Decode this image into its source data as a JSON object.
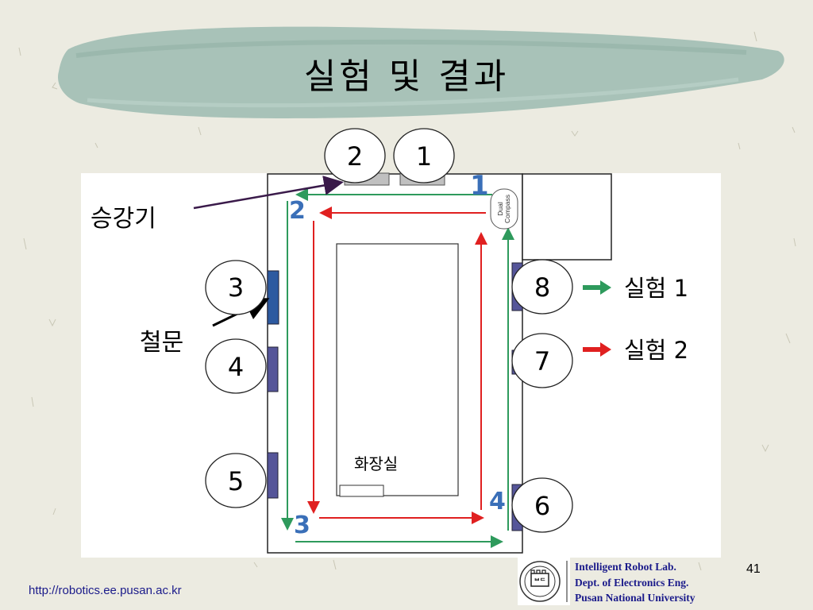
{
  "slide": {
    "title": "실험 및 결과",
    "page_number": "41",
    "footer_url": "http://robotics.ee.pusan.ac.kr",
    "lab": {
      "line1": "Intelligent Robot Lab.",
      "line2": "Dept. of Electronics Eng.",
      "line3": "Pusan National  University"
    }
  },
  "diagram": {
    "labels": {
      "elevator": "승강기",
      "question": "철문",
      "restroom": "화장실",
      "compass_line1": "Dual",
      "compass_line2": "Compass"
    },
    "circles": [
      "1",
      "2",
      "3",
      "4",
      "5",
      "6",
      "7",
      "8"
    ],
    "path_numbers": [
      "1",
      "2",
      "3",
      "4"
    ],
    "legend": [
      {
        "label": "실험 1",
        "color": "#2e9a5c"
      },
      {
        "label": "실험 2",
        "color": "#e02020"
      }
    ]
  },
  "colors": {
    "green_path": "#2e9a5c",
    "red_path": "#e02020",
    "door_blue": "#555599",
    "door_active": "#2d5aa0",
    "elevator_gray": "#c0c0c0",
    "brush_teal": "#a8c2b8"
  }
}
